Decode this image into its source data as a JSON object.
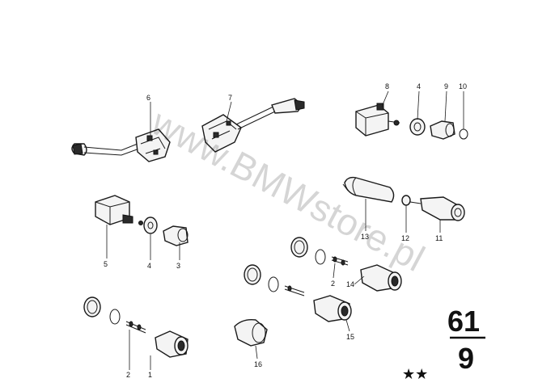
{
  "watermark": "www.BMWstore.pl",
  "group": {
    "top": "61",
    "bottom": "9"
  },
  "stars": "★★",
  "callouts": {
    "c1": "1",
    "c2a": "2",
    "c2b": "2",
    "c3": "3",
    "c4a": "4",
    "c4b": "4",
    "c5": "5",
    "c6": "6",
    "c7": "7",
    "c8": "8",
    "c9": "9",
    "c10": "10",
    "c11": "11",
    "c12": "12",
    "c13": "13",
    "c14": "14",
    "c15": "15",
    "c16": "16"
  }
}
